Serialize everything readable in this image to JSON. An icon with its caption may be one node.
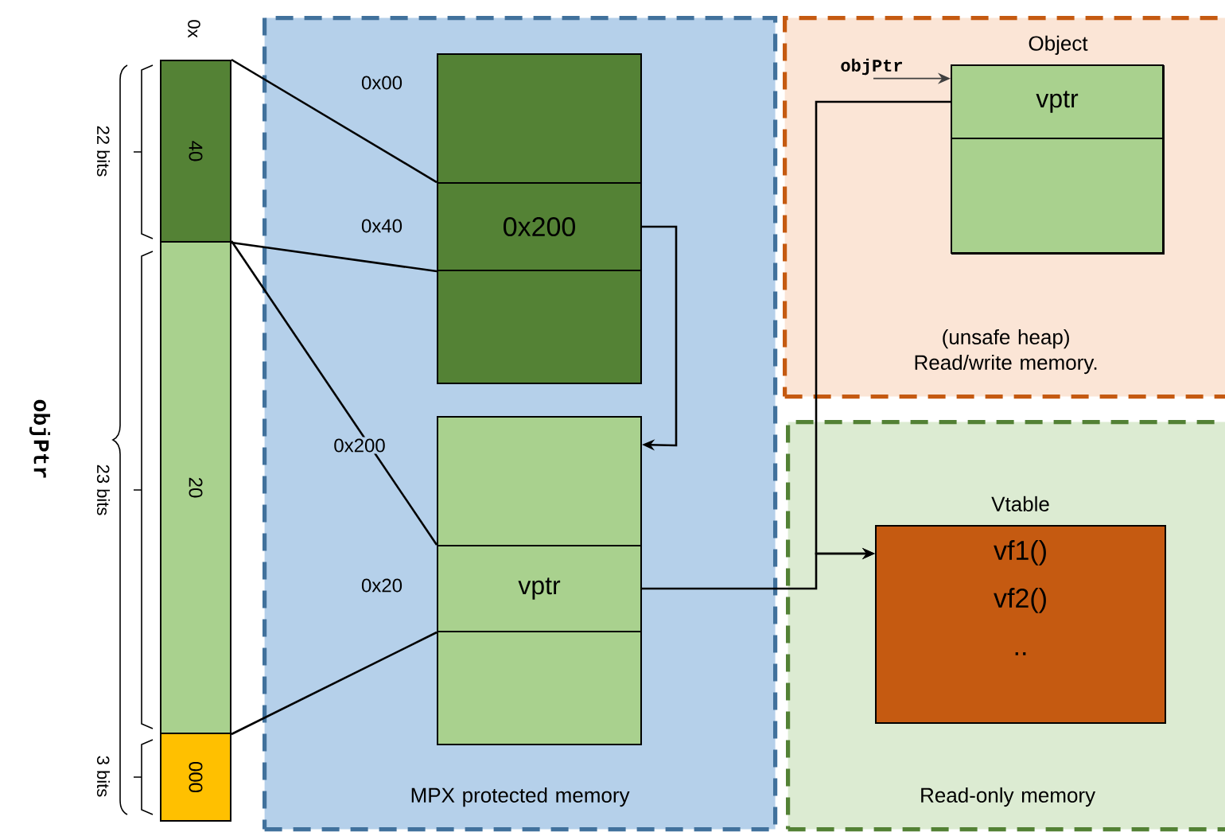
{
  "diagram": {
    "nodes": [
      {
        "text": [
          "40"
        ]
      },
      {
        "text": [
          "20"
        ]
      },
      {
        "text": [
          "000"
        ]
      },
      {
        "text": [
          "MPX protected memory"
        ]
      },
      {
        "text": [],
        "shape": "box",
        "in": 3
      },
      {
        "text": [
          "0x200"
        ],
        "in": 3
      },
      {
        "text": [],
        "shape": "box",
        "in": 3
      },
      {
        "text": [],
        "shape": "box",
        "in": 3
      },
      {
        "text": [
          "vptr"
        ],
        "in": 3
      },
      {
        "text": [],
        "shape": "box",
        "in": 3
      },
      {
        "text": [
          "(unsafe heap) Read/write memory."
        ]
      },
      {
        "text": [
          "objPtr"
        ],
        "in": 10
      },
      {
        "text": [
          "Object"
        ],
        "in": 10
      },
      {
        "text": [
          "vptr"
        ],
        "in": 12
      },
      {
        "text": [],
        "shape": "box",
        "in": 12
      },
      {
        "text": [
          "Read-only memory"
        ]
      },
      {
        "text": [
          "Vtable",
          "vf1() vf2() .."
        ],
        "in": 15
      }
    ],
    "edges": [
      {
        "from": 0,
        "to": 5,
        "arrow": "none"
      },
      {
        "from": 0,
        "to": 5,
        "arrow": "none"
      },
      {
        "from": 1,
        "to": 8,
        "arrow": "none"
      },
      {
        "from": 1,
        "to": 8,
        "arrow": "none"
      },
      {
        "from": 5,
        "to": 7,
        "arrow": "to"
      },
      {
        "from": 8,
        "to": 16,
        "arrow": "to"
      },
      {
        "from": 13,
        "to": 16,
        "arrow": "to"
      },
      {
        "from": 11,
        "to": 13,
        "arrow": "to",
        "color": "#404040"
      }
    ],
    "labels": [
      "0x",
      "22 bits",
      "23 bits",
      "3 bits",
      "objPtr",
      "0x00",
      "0x40",
      "0x200",
      "0x20"
    ]
  }
}
